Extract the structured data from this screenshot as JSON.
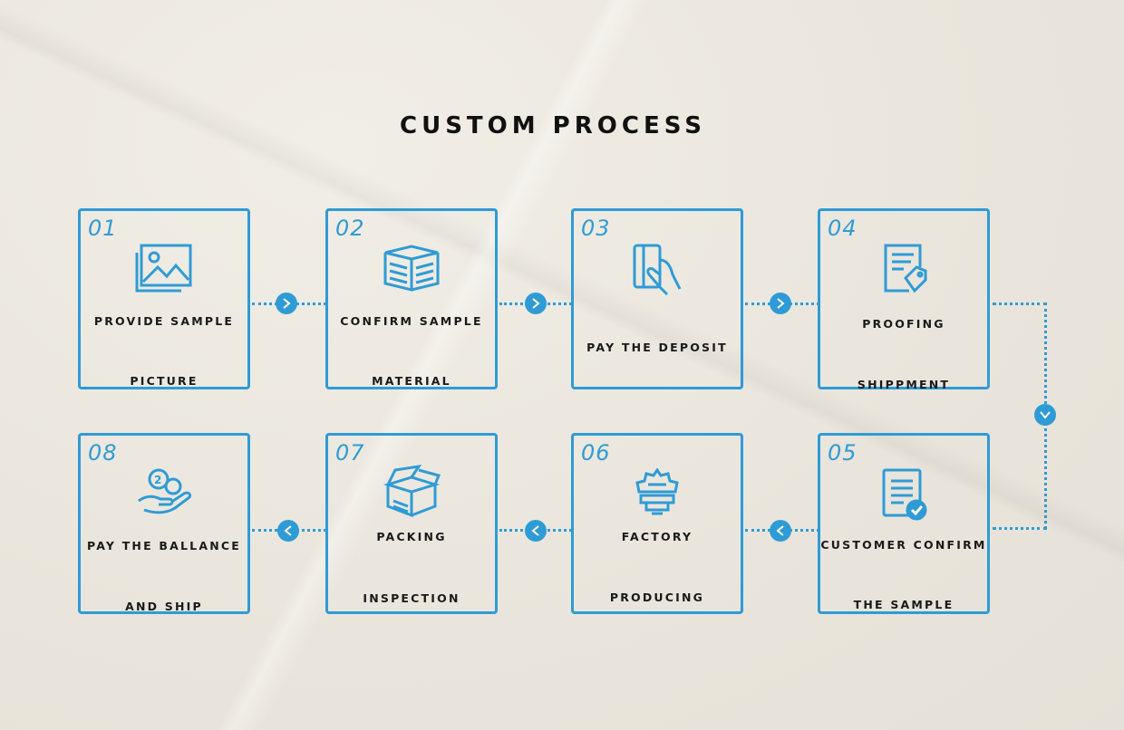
{
  "title": "CUSTOM PROCESS",
  "steps": [
    {
      "num": "01",
      "line1": "PROVIDE SAMPLE",
      "line2": "PICTURE",
      "icon": "picture-icon"
    },
    {
      "num": "02",
      "line1": "CONFIRM SAMPLE",
      "line2": "MATERIAL",
      "icon": "material-box-icon"
    },
    {
      "num": "03",
      "line1": "PAY THE DEPOSIT",
      "line2": "",
      "icon": "card-payment-icon"
    },
    {
      "num": "04",
      "line1": "PROOFING",
      "line2": "SHIPPMENT",
      "icon": "document-tag-icon"
    },
    {
      "num": "05",
      "line1": "CUSTOMER CONFIRM",
      "line2": "THE SAMPLE",
      "icon": "checklist-icon"
    },
    {
      "num": "06",
      "line1": "FACTORY",
      "line2": "PRODUCING",
      "icon": "factory-machine-icon"
    },
    {
      "num": "07",
      "line1": "PACKING",
      "line2": "INSPECTION",
      "icon": "open-box-icon"
    },
    {
      "num": "08",
      "line1": "PAY THE BALLANCE",
      "line2": "AND SHIP",
      "icon": "hand-coins-icon"
    }
  ],
  "colors": {
    "accent": "#2f9bd6",
    "text": "#1a1a1a",
    "background": "#ece8e0"
  }
}
